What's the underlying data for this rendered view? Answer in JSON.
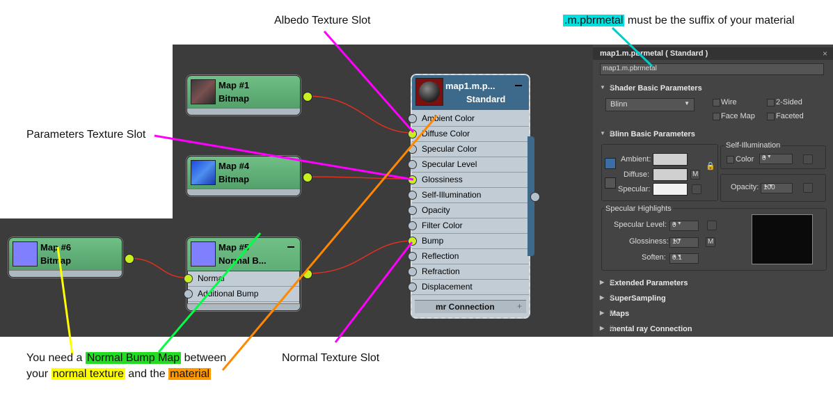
{
  "annotations": {
    "albedo": "Albedo Texture Slot",
    "parameters": "Parameters Texture Slot",
    "normal_slot": "Normal Texture Slot",
    "suffix_highlight": ".m.pbrmetal",
    "suffix_rest": " must be the suffix of your material",
    "need_1": "You need a ",
    "need_hl": "Normal Bump Map",
    "need_2": " between",
    "need_3": "your ",
    "need_hl2": "normal texture",
    "need_4": " and the ",
    "need_hl3": "material"
  },
  "nodes": {
    "map1": {
      "title": "Map #1",
      "type": "Bitmap"
    },
    "map4": {
      "title": "Map #4",
      "type": "Bitmap"
    },
    "map6": {
      "title": "Map #6",
      "type": "Bitmap"
    },
    "map5": {
      "title": "Map #5",
      "type": "Normal B...",
      "slots": [
        "Normal",
        "Additional Bump"
      ]
    },
    "material": {
      "title": "map1.m.p...",
      "type": "Standard",
      "slots": [
        "Ambient Color",
        "Diffuse Color",
        "Specular Color",
        "Specular Level",
        "Glossiness",
        "Self-Illumination",
        "Opacity",
        "Filter Color",
        "Bump",
        "Reflection",
        "Refraction",
        "Displacement"
      ],
      "footer": "mr Connection"
    }
  },
  "panel": {
    "title": "map1.m.pbrmetal  ( Standard )",
    "name_value": "map1.m.pbrmetal",
    "sections": {
      "shader_basic": "Shader Basic Parameters",
      "blinn_basic": "Blinn Basic Parameters",
      "extended": "Extended Parameters",
      "supersampling": "SuperSampling",
      "maps": "Maps",
      "mental_ray": "mental ray Connection"
    },
    "shader": {
      "value": "Blinn",
      "wire": "Wire",
      "two_sided": "2-Sided",
      "face_map": "Face Map",
      "faceted": "Faceted"
    },
    "blinn": {
      "ambient": "Ambient:",
      "diffuse": "Diffuse:",
      "specular": "Specular:",
      "self_illum": "Self-Illumination",
      "color": "Color",
      "color_value": "0",
      "opacity": "Opacity:",
      "opacity_value": "100",
      "m": "M"
    },
    "highlights": {
      "group": "Specular Highlights",
      "spec_level": "Specular Level:",
      "spec_level_value": "0",
      "glossiness": "Glossiness:",
      "glossiness_value": "10",
      "soften": "Soften:",
      "soften_value": "0.1",
      "m": "M"
    }
  },
  "colors": {
    "albedo_line": "#ff00ff",
    "normal_line": "#00ff44",
    "material_line": "#ff8800",
    "yellow_line": "#ffff00",
    "cyan_line": "#00cccc",
    "wire": "#e03020",
    "socket_active": "#c8f020"
  }
}
